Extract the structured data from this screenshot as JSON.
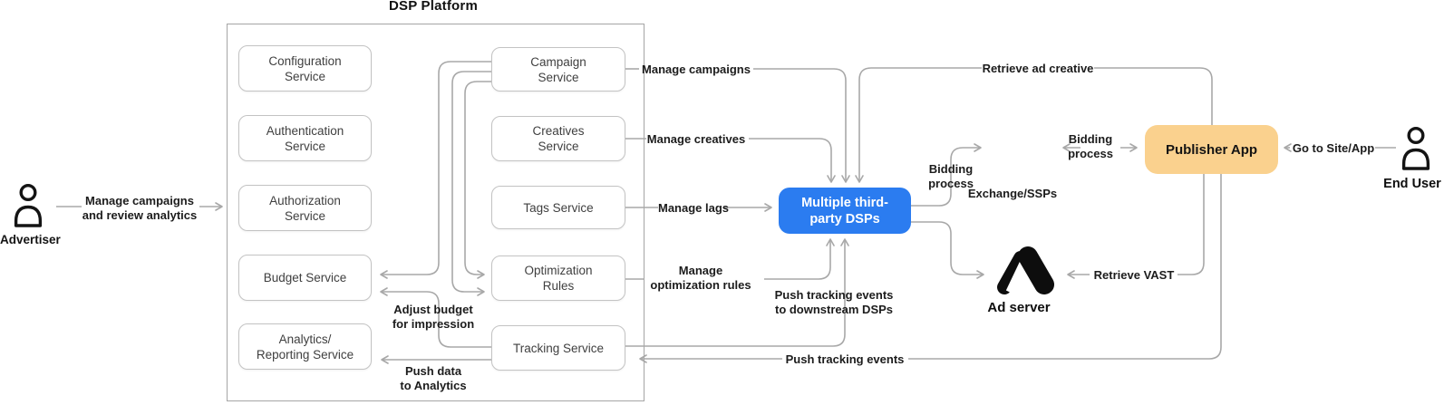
{
  "title": "DSP Platform",
  "colors": {
    "line": "#a8a8a8",
    "dsp_blue": "#2b7cf0",
    "publisher_orange": "#fad18e",
    "icon_black": "#121212"
  },
  "actors": {
    "advertiser": {
      "label": "Advertiser"
    },
    "end_user": {
      "label": "End User"
    },
    "ad_server": {
      "label": "Ad server"
    }
  },
  "platform": {
    "left_services": [
      {
        "lines": [
          "Configuration",
          "Service"
        ]
      },
      {
        "lines": [
          "Authentication",
          "Service"
        ]
      },
      {
        "lines": [
          "Authorization",
          "Service"
        ]
      },
      {
        "lines": [
          "Budget Service"
        ]
      },
      {
        "lines": [
          "Analytics/",
          "Reporting Service"
        ]
      }
    ],
    "right_services": [
      {
        "lines": [
          "Campaign",
          "Service"
        ]
      },
      {
        "lines": [
          "Creatives",
          "Service"
        ]
      },
      {
        "lines": [
          "Tags Service"
        ]
      },
      {
        "lines": [
          "Optimization",
          "Rules"
        ]
      },
      {
        "lines": [
          "Tracking Service"
        ]
      }
    ]
  },
  "dsp_box": {
    "lines": [
      "Multiple third-",
      "party DSPs"
    ]
  },
  "publisher_box": {
    "label": "Publisher App"
  },
  "flow_labels": {
    "manage_campaigns_review": {
      "lines": [
        "Manage campaigns",
        "and review analytics"
      ]
    },
    "manage_campaigns": "Manage campaigns",
    "manage_creatives": "Manage creatives",
    "manage_lags": "Manage lags",
    "manage_optimization": {
      "lines": [
        "Manage",
        "optimization rules"
      ]
    },
    "push_tracking_downstream": {
      "lines": [
        "Push tracking events",
        "to downstream DSPs"
      ]
    },
    "push_tracking_events": "Push tracking events",
    "adjust_budget": {
      "lines": [
        "Adjust budget",
        "for impression"
      ]
    },
    "push_data_analytics": {
      "lines": [
        "Push data",
        "to Analytics"
      ]
    },
    "bidding_process_dsp": {
      "lines": [
        "Bidding",
        "process"
      ]
    },
    "bidding_process_publisher": {
      "lines": [
        "Bidding",
        "process"
      ]
    },
    "exchange_ssps": "Exchange/SSPs",
    "retrieve_ad_creative": "Retrieve ad creative",
    "retrieve_vast": "Retrieve VAST",
    "go_to_site_app": "Go to Site/App"
  }
}
